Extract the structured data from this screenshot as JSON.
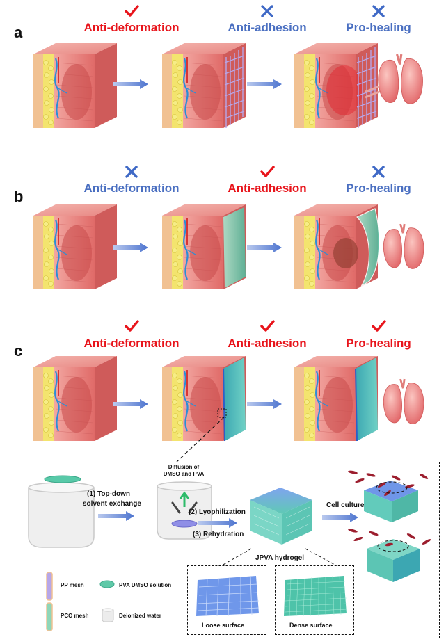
{
  "panels": [
    {
      "letter": "a",
      "properties": [
        {
          "label": "Anti-deformation",
          "status": "check"
        },
        {
          "label": "Anti-adhesion",
          "status": "cross"
        },
        {
          "label": "Pro-healing",
          "status": "cross"
        }
      ]
    },
    {
      "letter": "b",
      "properties": [
        {
          "label": "Anti-deformation",
          "status": "cross"
        },
        {
          "label": "Anti-adhesion",
          "status": "check"
        },
        {
          "label": "Pro-healing",
          "status": "cross"
        }
      ]
    },
    {
      "letter": "c",
      "properties": [
        {
          "label": "Anti-deformation",
          "status": "check"
        },
        {
          "label": "Anti-adhesion",
          "status": "check"
        },
        {
          "label": "Pro-healing",
          "status": "check"
        }
      ]
    }
  ],
  "process": {
    "step1": "(1) Top-down",
    "step1b": "solvent exchange",
    "diffusion": "Diffusion of",
    "diffusion_b": "DMSO and PVA",
    "step2": "(2) Lyophilization",
    "step3": "(3) Rehydration",
    "product": "JPVA hydrogel",
    "culture": "Cell culture",
    "loose": "Loose surface",
    "dense": "Dense surface"
  },
  "legend": [
    {
      "label": "PP mesh",
      "color": "#b7a6e8"
    },
    {
      "label": "PVA DMSO solution",
      "color": "#5fc9a8"
    },
    {
      "label": "PCO mesh",
      "color": "#8fd6b8"
    },
    {
      "label": "Deionized water",
      "color": "#e8e8e8"
    }
  ],
  "colors": {
    "good": "#e8141b",
    "bad": "#4a6fc1",
    "arrow": "#6d8fd8",
    "muscle": "#e56a6a",
    "skin": "#f4c69b",
    "fat": "#f2e35c"
  }
}
